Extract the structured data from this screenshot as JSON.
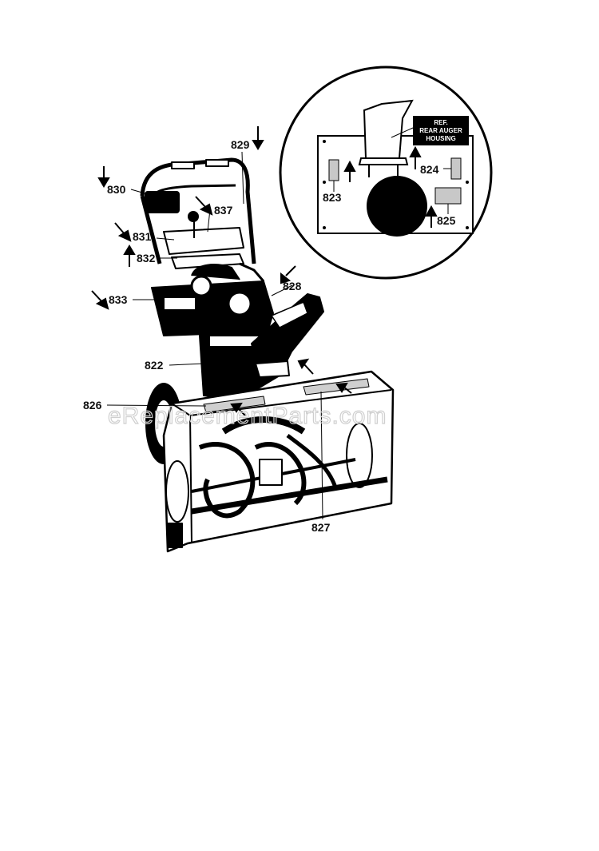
{
  "callouts": [
    "829",
    "830",
    "837",
    "831",
    "832",
    "828",
    "833",
    "822",
    "826",
    "827",
    "823",
    "824",
    "825"
  ],
  "ref_note": [
    "REF.",
    "REAR AUGER",
    "HOUSING"
  ],
  "watermark": "eReplacementParts.com"
}
